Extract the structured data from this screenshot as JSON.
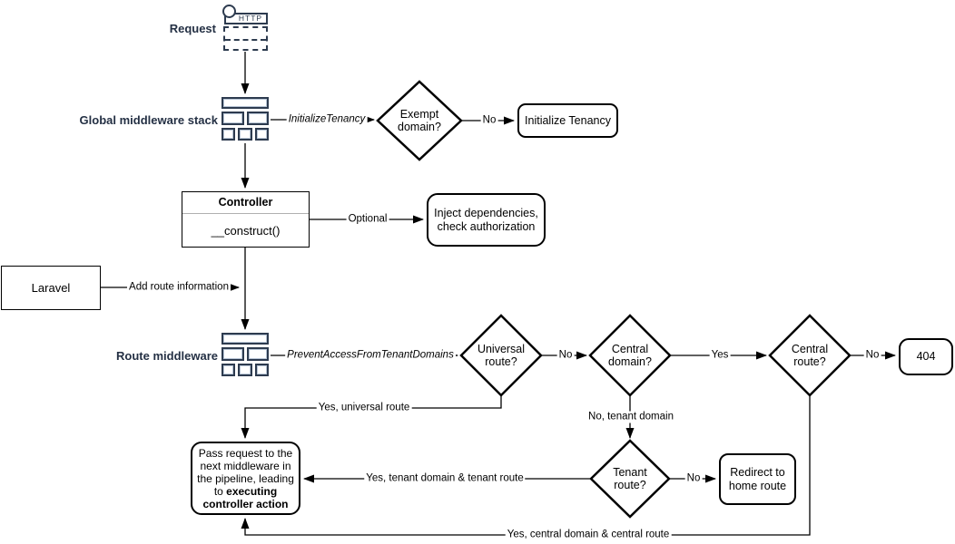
{
  "colors": {
    "navy": "#243044",
    "line": "#000000",
    "icon_stroke": "#2d3b4f"
  },
  "stages": {
    "request": "Request",
    "http": "HTTP",
    "global_middleware": "Global middleware stack",
    "route_middleware": "Route middleware"
  },
  "nodes": {
    "exempt_domain": "Exempt domain?",
    "initialize_tenancy": "Initialize Tenancy",
    "controller_title": "Controller",
    "controller_method": "__construct()",
    "inject_dependencies": "Inject dependencies, check authorization",
    "laravel": "Laravel",
    "universal_route": "Universal route?",
    "central_domain": "Central domain?",
    "central_route": "Central route?",
    "not_found": "404",
    "tenant_route": "Tenant route?",
    "redirect_home": "Redirect to home route",
    "pass_request_text": "Pass request to the next middleware in the pipeline, leading to ",
    "pass_request_bold": "executing controller action"
  },
  "edge_labels": {
    "initialize_tenancy_middleware": "InitializeTenancy",
    "exempt_no": "No",
    "optional": "Optional",
    "add_route_information": "Add route information",
    "prevent_access_middleware": "PreventAccessFromTenantDomains",
    "universal_no": "No",
    "central_domain_yes": "Yes",
    "central_route_no": "No",
    "universal_yes": "Yes, universal route",
    "tenant_domain_no": "No, tenant domain",
    "tenant_route_no": "No",
    "tenant_yes": "Yes, tenant domain & tenant route",
    "central_yes": "Yes, central domain & central route"
  }
}
